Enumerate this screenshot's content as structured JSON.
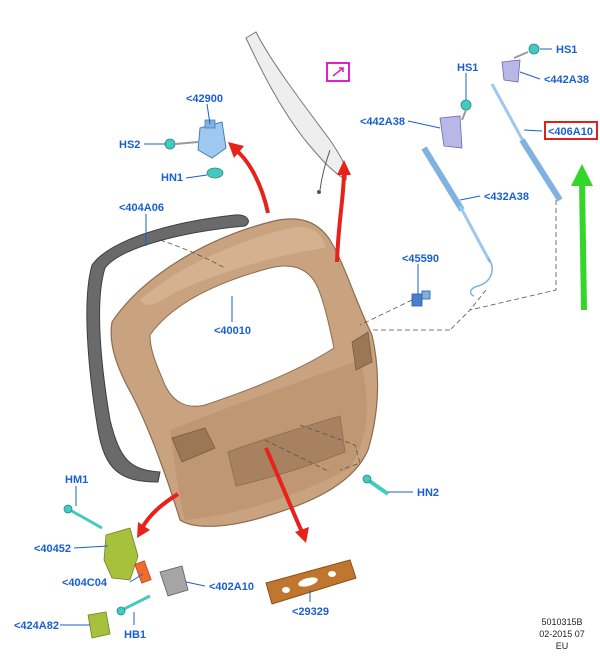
{
  "callouts": {
    "c42900": "<42900",
    "hs2": "HS2",
    "hn1": "HN1",
    "c404a06": "<404A06",
    "c40010": "<40010",
    "hs1_top": "HS1",
    "c442a38_top": "<442A38",
    "hs1_mid": "HS1",
    "c442a38_left": "<442A38",
    "c406a10": "<406A10",
    "c432a38": "<432A38",
    "c45590": "<45590",
    "hn2": "HN2",
    "hm1": "HM1",
    "c40452": "<40452",
    "c404c04": "<404C04",
    "c402a10": "<402A10",
    "c424a82": "<424A82",
    "hb1": "HB1",
    "c29329": "<29329"
  },
  "footer": {
    "code": "5010315B",
    "date": "02-2015 07",
    "region": "EU"
  },
  "colors": {
    "callout_text": "#1a5fd0",
    "highlight_box": "#e0201c",
    "arrow_red": "#e8221b",
    "arrow_green": "#34d62c",
    "magenta_marker": "#e020c8",
    "tailgate_body": "#c9a37f",
    "strut": "#7fb2e0",
    "hinge": "#9ec8ef",
    "seal": "#5a5a5a",
    "bracket_green": "#a8c13c",
    "latch_grey": "#9a9a9a",
    "applique_brown": "#c0762e"
  },
  "icons": {
    "highlight_marker": "highlight-box-icon",
    "pointer_arrow": "pointer-arrow-icon",
    "magenta_marker": "zoom-marker-icon"
  }
}
